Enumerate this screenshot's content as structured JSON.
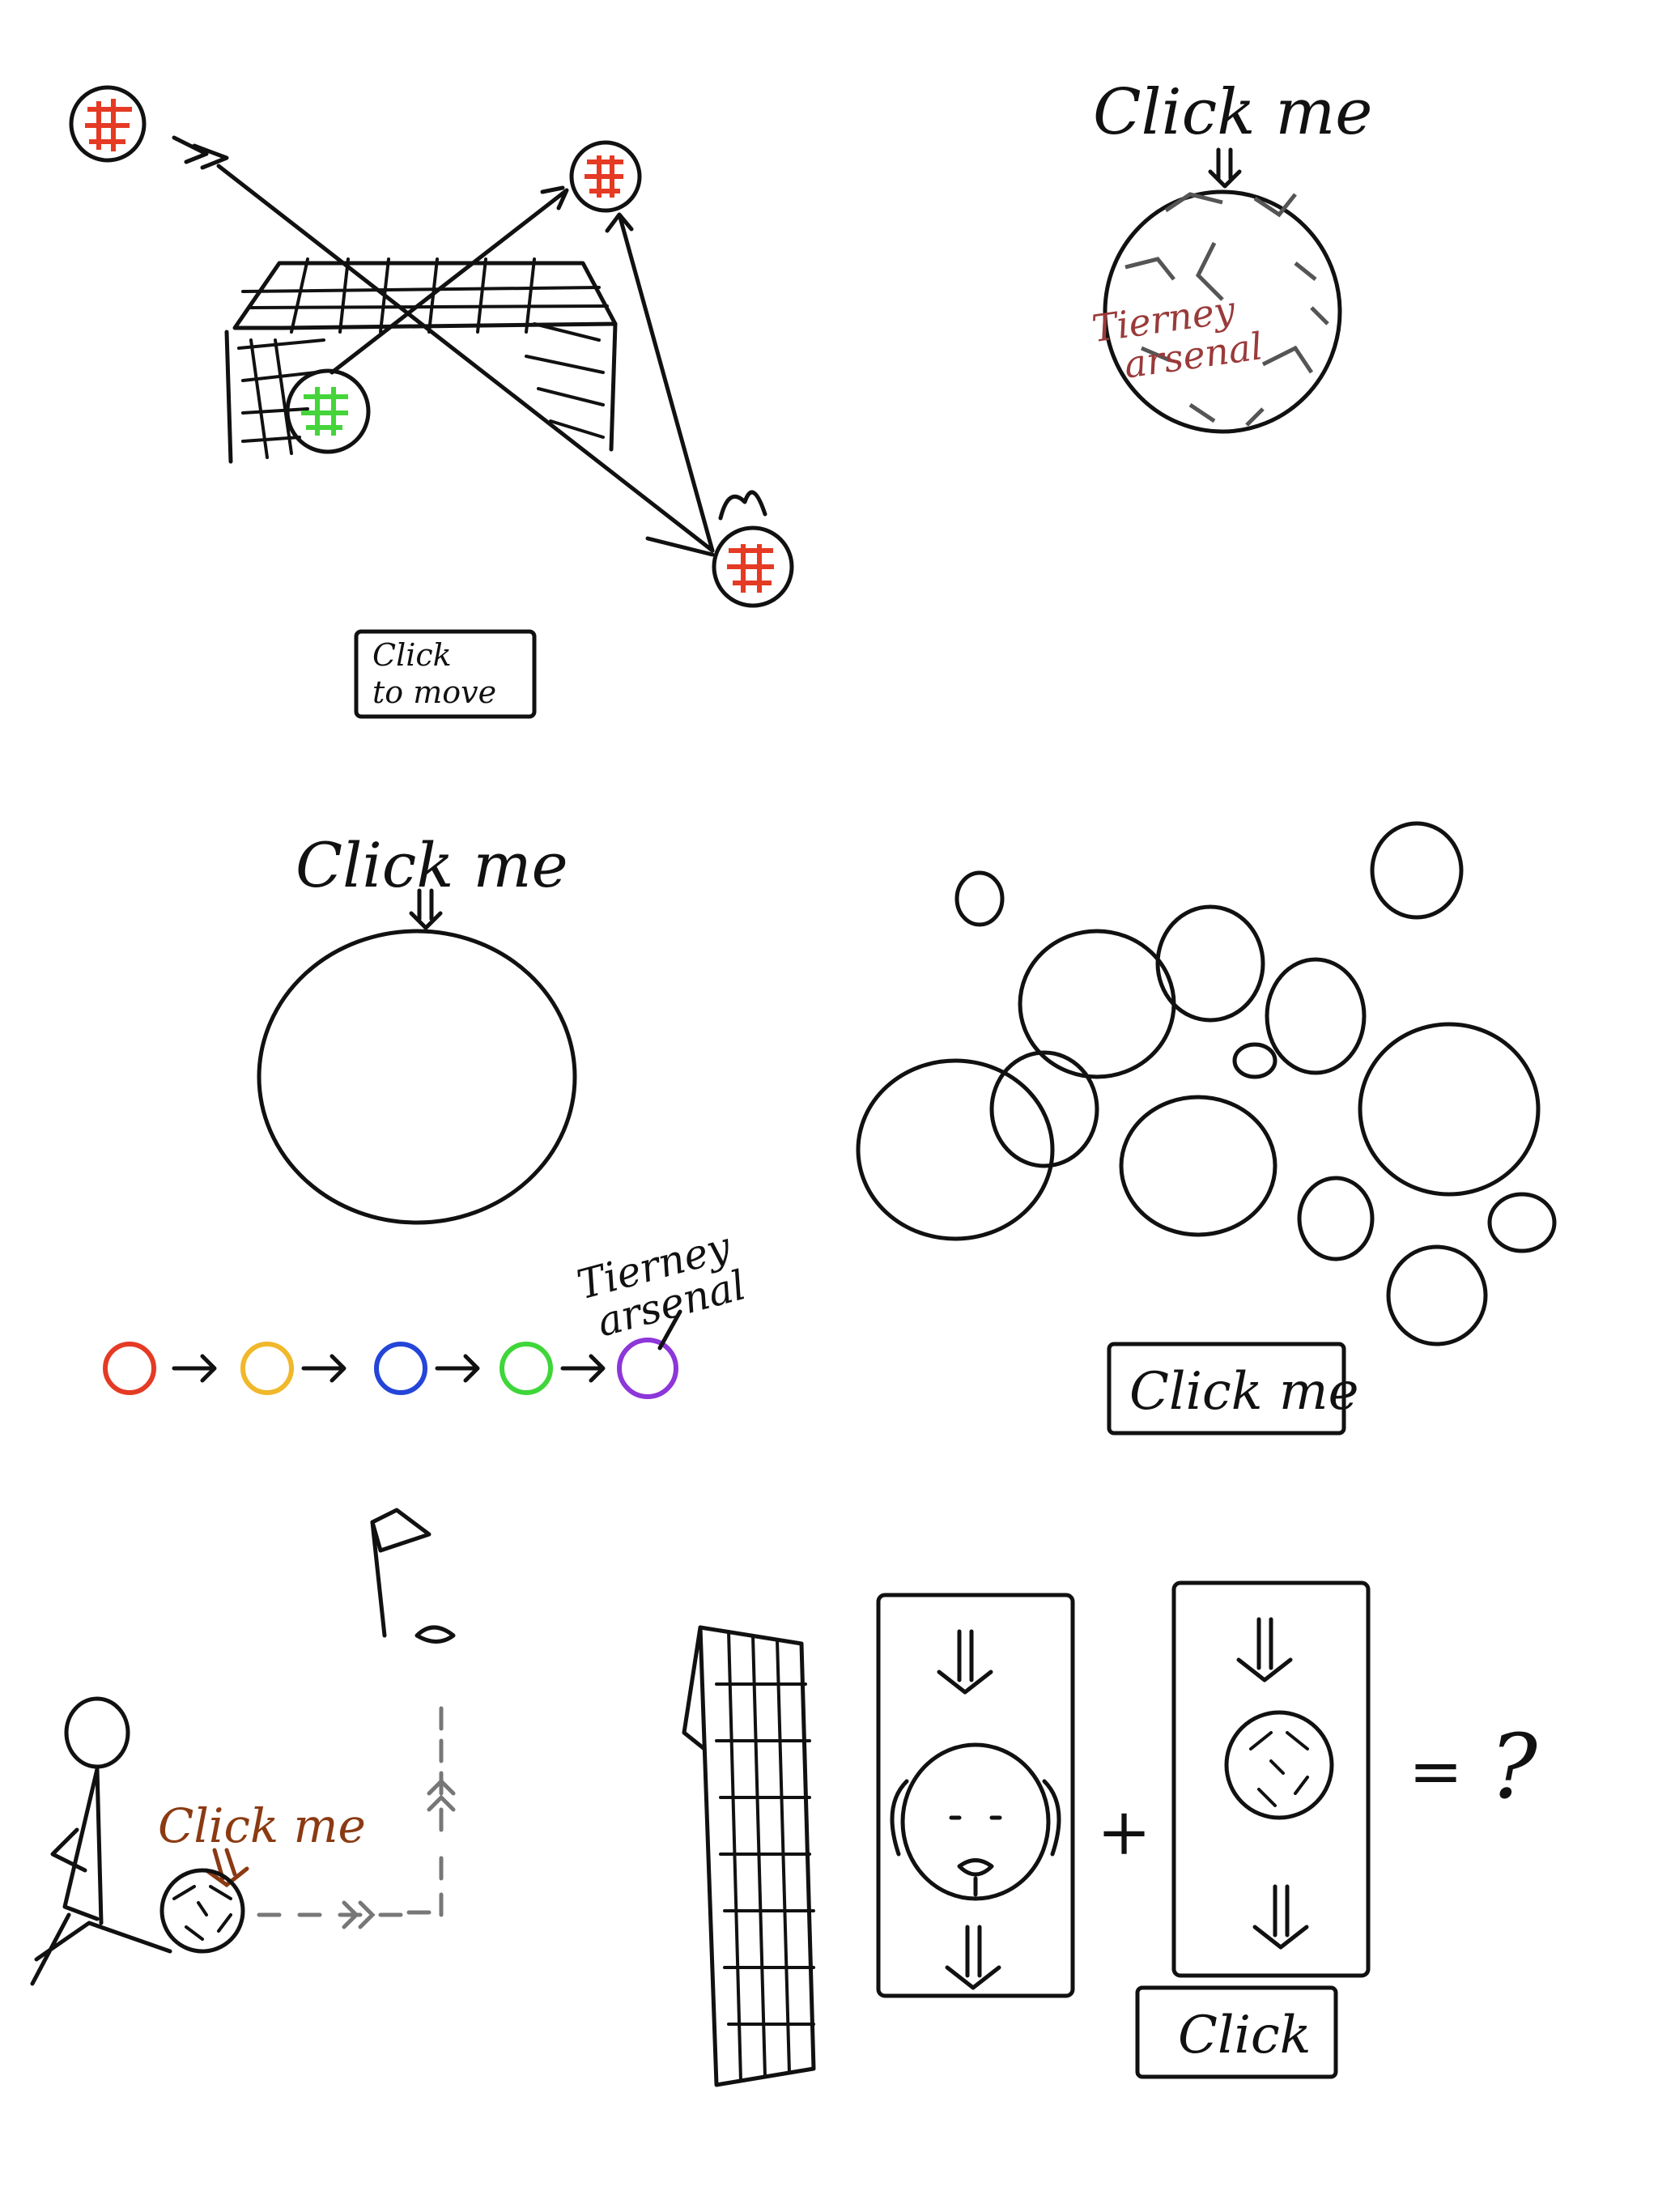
{
  "panel_goal_ball": {
    "button_line1": "Click",
    "button_line2": "to move",
    "ball_colors": {
      "red": "#e53a24",
      "green": "#45d43a"
    }
  },
  "panel_tierney_ball": {
    "prompt": "Click me",
    "ball_text_line1": "Tierney",
    "ball_text_line2": "arsenal",
    "ball_text_color": "#9a3a3a"
  },
  "panel_big_circle": {
    "prompt": "Click me"
  },
  "panel_color_chain": {
    "swatches": [
      "#e53a24",
      "#f0b82a",
      "#2445d8",
      "#3fd63a",
      "#8d36d9"
    ],
    "label_line1": "Tierney",
    "label_line2": "arsenal"
  },
  "panel_bubbles": {
    "button_label": "Click me"
  },
  "panel_kick": {
    "prompt": "Click me",
    "prompt_color": "#8b3a12"
  },
  "panel_equation": {
    "plus": "+",
    "equals": "=",
    "question": "?",
    "button_label": "Click"
  }
}
